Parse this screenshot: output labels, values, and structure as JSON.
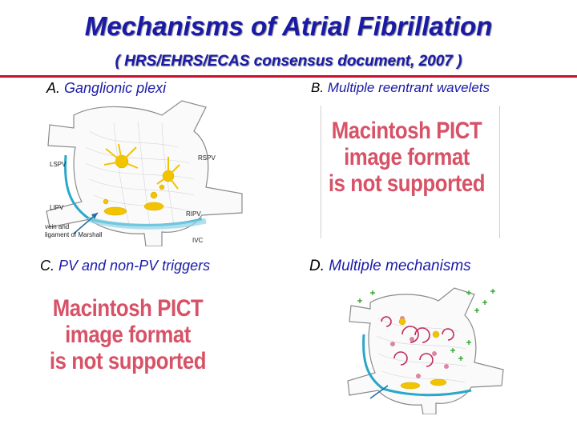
{
  "slide": {
    "title": "Mechanisms of  Atrial Fibrillation",
    "subtitle": "( HRS/EHRS/ECAS consensus document, 2007 )"
  },
  "panels": {
    "a": {
      "letter": "A.",
      "label": "Ganglionic plexi"
    },
    "b": {
      "letter": "B.",
      "label": "Multiple reentrant wavelets"
    },
    "c": {
      "letter": "C.",
      "label": "PV and non-PV triggers"
    },
    "d": {
      "letter": "D.",
      "label": "Multiple mechanisms"
    }
  },
  "anatomy_labels": {
    "lspv": "LSPV",
    "rspv": "RSPV",
    "lipv": "LIPV",
    "ripv": "RIPV",
    "ivc": "IVC",
    "marshall_1": "vein and",
    "marshall_2": "ligament of Marshall"
  },
  "pict_placeholder": {
    "line1": "Macintosh PICT",
    "line2": "image format",
    "line3": "is not supported"
  },
  "colors": {
    "title": "#1a1aa8",
    "rule": "#c8102e",
    "pict_text": "#c8102e",
    "ganglia": "#f2c400",
    "marshall": "#2aa7c9",
    "reentry": "#c22a5a",
    "triggers": "#3aa63a"
  }
}
